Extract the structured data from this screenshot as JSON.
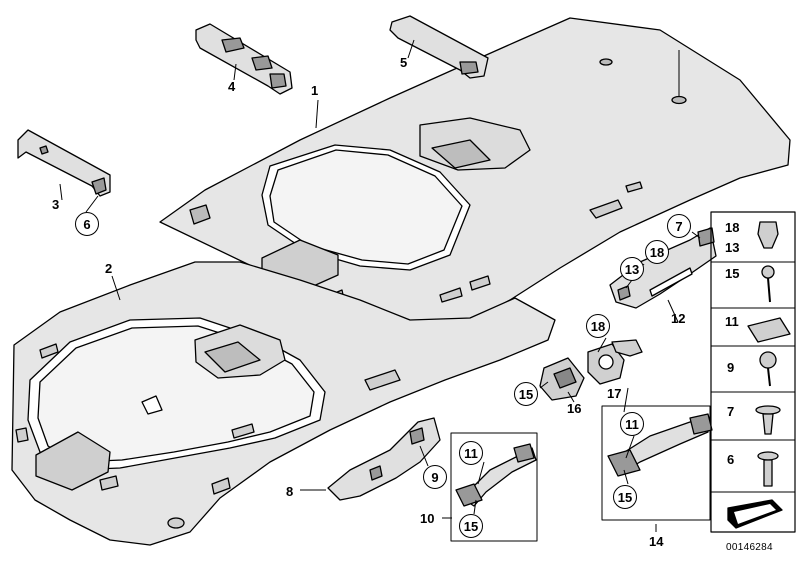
{
  "diagram": {
    "part_numbers": {
      "n1": "1",
      "n2": "2",
      "n3": "3",
      "n4": "4",
      "n5": "5",
      "n8": "8",
      "n10": "10",
      "n12": "12",
      "n14": "14",
      "n16": "16",
      "n17": "17"
    },
    "callouts": {
      "c6": "6",
      "c7": "7",
      "c9": "9",
      "c11a": "11",
      "c11b": "11",
      "c13": "13",
      "c15a": "15",
      "c15b": "15",
      "c15c": "15",
      "c18a": "18",
      "c18b": "18"
    },
    "legend": {
      "r1a": "18",
      "r1b": "13",
      "r2": "15",
      "r3": "11",
      "r4": "9",
      "r5": "7",
      "r6": "6"
    },
    "document_id": "00146284"
  }
}
